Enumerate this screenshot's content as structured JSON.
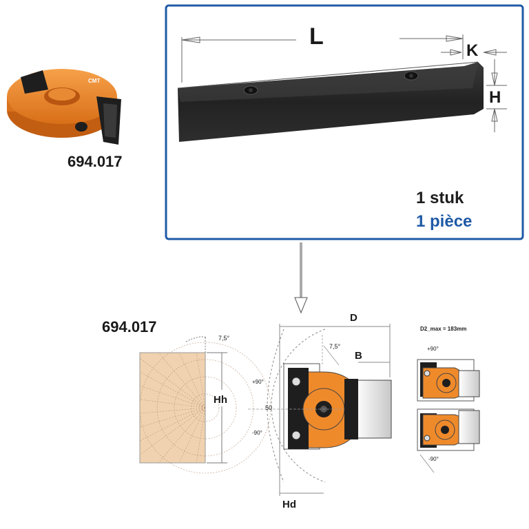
{
  "product": {
    "code_top": "694.017",
    "code_bottom": "694.017"
  },
  "quantity": {
    "nl": "1 stuk",
    "fr": "1 pièce"
  },
  "knife_dimensions": {
    "length_label": "L",
    "k_label": "K",
    "height_label": "H"
  },
  "diagram": {
    "d_label": "D",
    "b_label": "B",
    "hh_label": "Hh",
    "hd_label": "Hd",
    "center_value": "50",
    "plus_90": "+90°",
    "minus_90": "-90°",
    "angle_left": "7,5°",
    "angle_right": "7,5°",
    "d2_max": "D2_max = 183mm",
    "small_plus_90": "+90°",
    "small_minus_90": "-90°"
  },
  "colors": {
    "frame_blue": "#1f5aa6",
    "fr_text_blue": "#1f5aa6",
    "tool_orange": "#ef8a2b",
    "wood": "#f0d2b0",
    "steel_dark": "#2b2b2b"
  }
}
